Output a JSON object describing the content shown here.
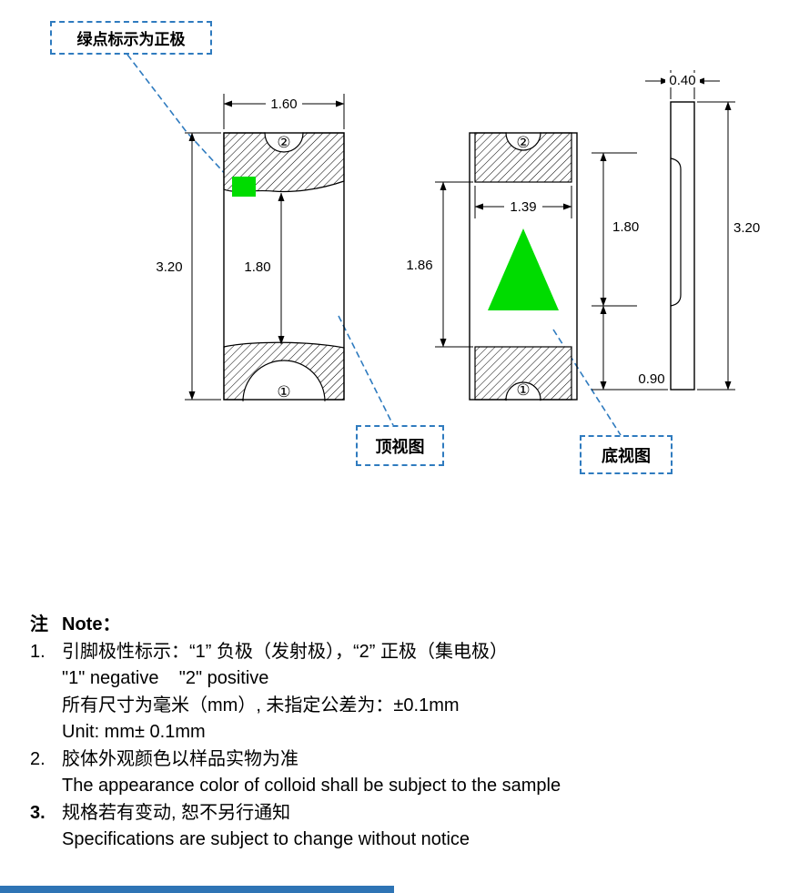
{
  "colors": {
    "green": "#00DC00",
    "callout_blue": "#2f7bbf",
    "line": "#000000",
    "footer_bar_blue": "#2E74B5"
  },
  "callouts": {
    "green_dot_label": "绿点标示为正极",
    "top_view_label": "顶视图",
    "bottom_view_label": "底视图"
  },
  "top_view": {
    "dim_width": "1.60",
    "dim_overall_height": "3.20",
    "dim_body_height": "1.80",
    "pin_top": "②",
    "pin_bottom": "①"
  },
  "bottom_view": {
    "dim_pad_width": "1.39",
    "dim_body_height": "1.86",
    "pin_top": "②",
    "pin_bottom": "①"
  },
  "side_view": {
    "dim_thickness": "0.40",
    "dim_overall_height": "3.20",
    "dim_lead_span": "1.80",
    "dim_lead_length": "0.90"
  },
  "notes": {
    "title_zh": "注",
    "title_en": "Note：",
    "items": [
      {
        "marker": "1.",
        "text": "引脚极性标示：“1” 负极（发射极），“2” 正极（集电极）"
      },
      {
        "marker": "",
        "text": "\"1\" negative    \"2\" positive"
      },
      {
        "marker": "",
        "text": "所有尺寸为毫米（mm）, 未指定公差为：±0.1mm"
      },
      {
        "marker": "",
        "text": "Unit: mm± 0.1mm"
      },
      {
        "marker": "2.",
        "text": "胶体外观颜色以样品实物为准"
      },
      {
        "marker": "",
        "text": "The appearance color of colloid shall be subject to the sample"
      },
      {
        "marker": "3.",
        "text": "规格若有变动, 恕不另行通知"
      },
      {
        "marker": "",
        "text": "Specifications are subject to change without notice"
      }
    ]
  }
}
